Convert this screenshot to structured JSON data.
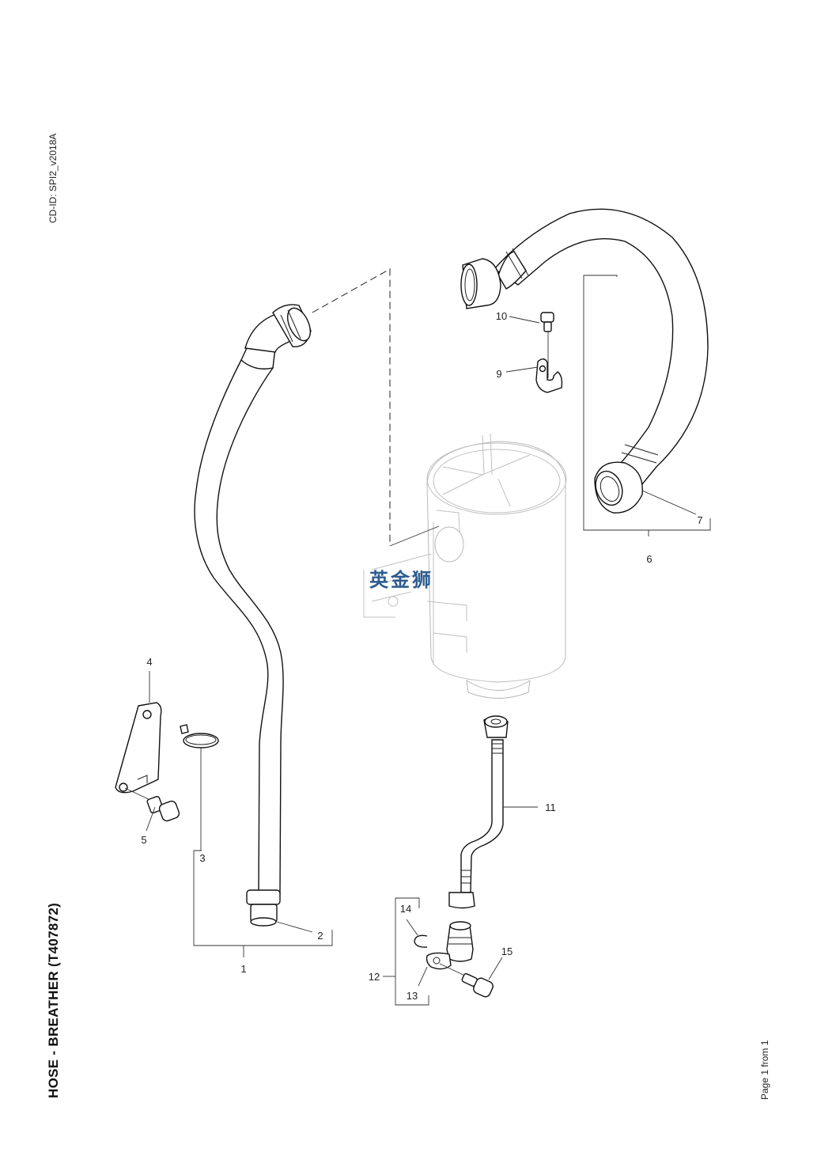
{
  "document": {
    "cd_id": "CD-ID: SPI2_v2018A",
    "title": "HOSE - BREATHER (T407872)",
    "page_label": "Page 1 from 1",
    "watermark": "英金狮"
  },
  "callouts": [
    {
      "id": "1",
      "label": "1",
      "part": "breather-hose-assembly"
    },
    {
      "id": "2",
      "label": "2",
      "part": "hose-end-fitting"
    },
    {
      "id": "3",
      "label": "3",
      "part": "hose-clip"
    },
    {
      "id": "4",
      "label": "4",
      "part": "bracket"
    },
    {
      "id": "5",
      "label": "5",
      "part": "bolt"
    },
    {
      "id": "6",
      "label": "6",
      "part": "upper-hose-assembly"
    },
    {
      "id": "7",
      "label": "7",
      "part": "quick-connector"
    },
    {
      "id": "9",
      "label": "9",
      "part": "bracket-clip"
    },
    {
      "id": "10",
      "label": "10",
      "part": "bolt"
    },
    {
      "id": "11",
      "label": "11",
      "part": "drain-pipe"
    },
    {
      "id": "12",
      "label": "12",
      "part": "connector-assembly"
    },
    {
      "id": "13",
      "label": "13",
      "part": "flange-connector"
    },
    {
      "id": "14",
      "label": "14",
      "part": "o-ring"
    },
    {
      "id": "15",
      "label": "15",
      "part": "flange-bolt"
    }
  ]
}
